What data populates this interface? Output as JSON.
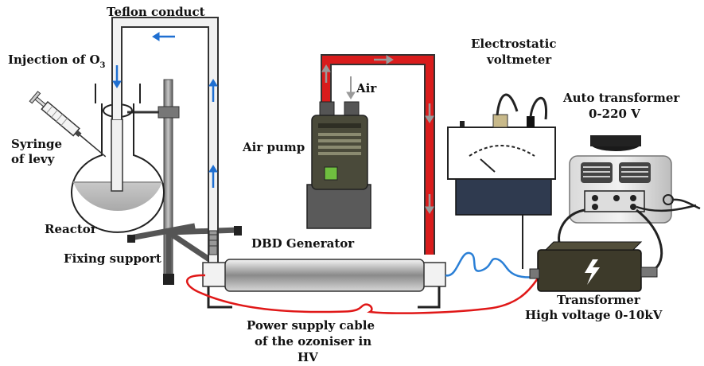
{
  "labels": {
    "teflon_conduct": "Teflon conduct",
    "injection_o3": "Injection of O",
    "injection_o3_sub": "3",
    "syringe_line1": "Syringe",
    "syringe_line2": "of levy",
    "reactor": "Reactor",
    "fixing_support": "Fixing support",
    "air": "Air",
    "air_pump": "Air pump",
    "dbd_generator": "DBD Generator",
    "electrostatic_line1": "Electrostatic",
    "electrostatic_line2": "voltmeter",
    "auto_transformer_line1": "Auto transformer",
    "auto_transformer_line2": "0-220 V",
    "transformer_line1": "Transformer",
    "transformer_line2": "High voltage 0-10kV",
    "power_line1": "Power supply cable",
    "power_line2": "of the ozoniser in",
    "power_line3": "HV"
  },
  "colors": {
    "teflon_tube": "#f2f2f2",
    "hv_tube": "#d91c1c",
    "flow_arrow_blue": "#1f6fd1",
    "flow_arrow_grey": "#9a9a9a",
    "pump_body": "#4a4a3a",
    "transformer_body": "#3d3a2a",
    "power_cable": "#e01818",
    "signal_cable": "#2a7fd6",
    "voltmeter_base": "#2f3a4f"
  }
}
